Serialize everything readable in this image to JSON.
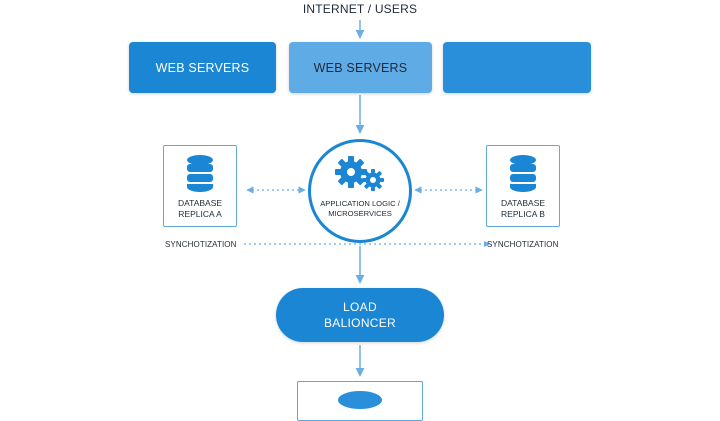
{
  "header": {
    "top_label": "INTERNET / USERS"
  },
  "web_tier": [
    {
      "label": "WEB SERVERS"
    },
    {
      "label": "WEB SERVERS"
    },
    {
      "label": ""
    }
  ],
  "app": {
    "line1": "APPLICATION LOGIC /",
    "line2": "MICROSERVICES",
    "icon": "gears-icon"
  },
  "db_a": {
    "line1": "DATABASE",
    "line2": "REPLICA A",
    "icon": "database-icon"
  },
  "db_b": {
    "line1": "DATABASE",
    "line2": "REPLICA B",
    "icon": "database-icon"
  },
  "sync": {
    "left": "SYNCHOTIZATION",
    "right": "SYNCHOTIZATION"
  },
  "load_balancer": {
    "line1": "LOAD",
    "line2": "BALIONCER"
  },
  "bottom": {
    "icon": "database-icon"
  },
  "colors": {
    "primary": "#1a86d4",
    "primary_light": "#5fabe6",
    "border": "#5ea9e2",
    "line": "#6aaee4",
    "text": "#1f2a37"
  }
}
